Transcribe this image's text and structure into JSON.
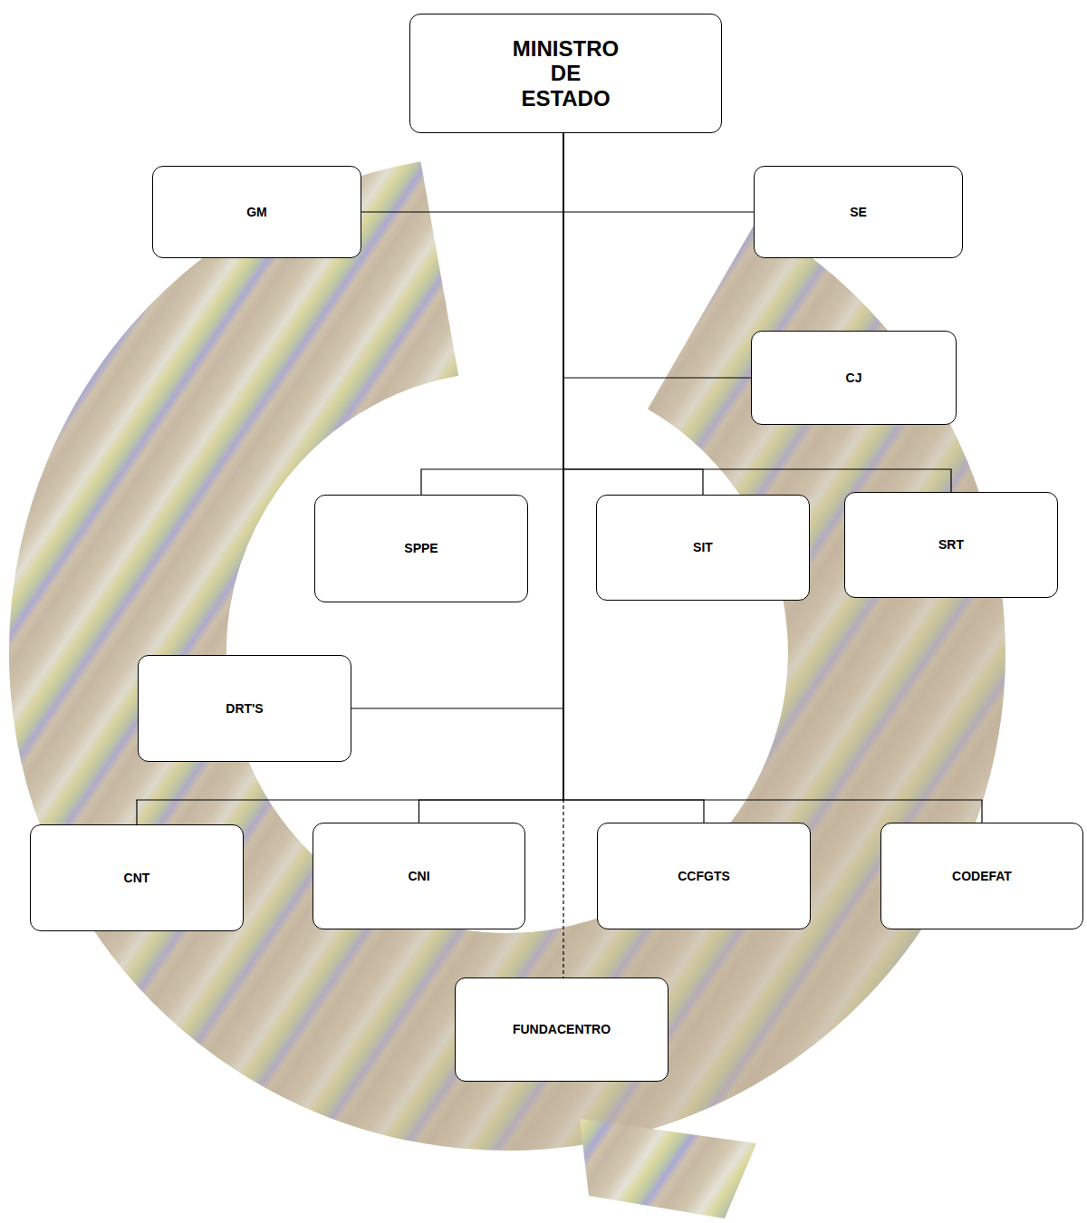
{
  "diagram": {
    "nodes": [
      {
        "text": [
          "MINISTRO DE ESTADO"
        ]
      },
      {
        "text": [
          "GM"
        ]
      },
      {
        "text": [
          "SE"
        ]
      },
      {
        "text": [
          "CJ"
        ]
      },
      {
        "text": [
          "SPPE"
        ]
      },
      {
        "text": [
          "SIT"
        ]
      },
      {
        "text": [
          "SRT"
        ]
      },
      {
        "text": [
          "DRT'S"
        ]
      },
      {
        "text": [
          "CNT"
        ]
      },
      {
        "text": [
          "CNI"
        ]
      },
      {
        "text": [
          "CCFGTS"
        ]
      },
      {
        "text": [
          "CODEFAT"
        ]
      },
      {
        "text": [
          "FUNDACENTRO"
        ]
      }
    ],
    "edges": [
      {
        "from": 0,
        "to": 1,
        "arrow": "none"
      },
      {
        "from": 0,
        "to": 2,
        "arrow": "none"
      },
      {
        "from": 0,
        "to": 3,
        "arrow": "none"
      },
      {
        "from": 0,
        "to": 4,
        "arrow": "none"
      },
      {
        "from": 0,
        "to": 5,
        "arrow": "none"
      },
      {
        "from": 0,
        "to": 6,
        "arrow": "none"
      },
      {
        "from": 0,
        "to": 7,
        "arrow": "none"
      },
      {
        "from": 0,
        "to": 8,
        "arrow": "none"
      },
      {
        "from": 0,
        "to": 9,
        "arrow": "none"
      },
      {
        "from": 0,
        "to": 10,
        "arrow": "none"
      },
      {
        "from": 0,
        "to": 11,
        "arrow": "none"
      },
      {
        "from": 0,
        "to": 12,
        "arrow": "none"
      }
    ]
  }
}
